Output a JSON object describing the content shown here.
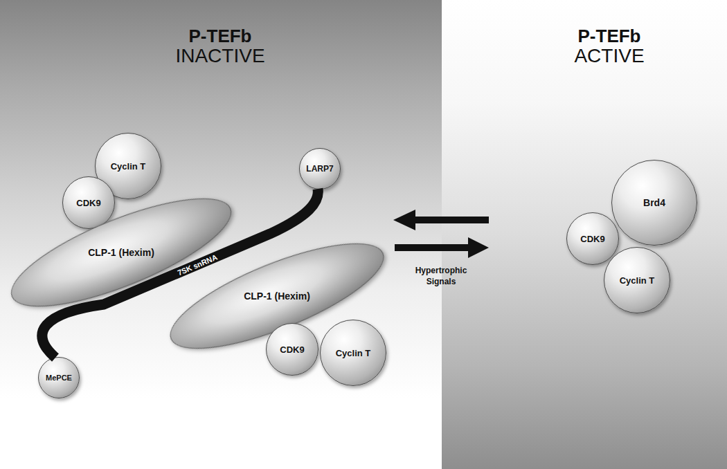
{
  "diagram": {
    "nodes": [
      {
        "text": [
          "P-TEFb",
          "INACTIVE"
        ]
      },
      {
        "text": [
          "Cyclin T"
        ],
        "in": 0
      },
      {
        "text": [
          "CDK9"
        ],
        "in": 0
      },
      {
        "text": [
          "CLP-1 (Hexim)"
        ],
        "in": 0
      },
      {
        "text": [
          "LARP7"
        ],
        "in": 0
      },
      {
        "text": [
          "CLP-1 (Hexim)"
        ],
        "in": 0
      },
      {
        "text": [
          "CDK9"
        ],
        "in": 0
      },
      {
        "text": [
          "Cyclin T"
        ],
        "in": 0
      },
      {
        "text": [
          "MePCE"
        ],
        "in": 0
      },
      {
        "text": [
          "P-TEFb",
          "ACTIVE"
        ]
      },
      {
        "text": [
          "CDK9"
        ],
        "in": 9
      },
      {
        "text": [
          "Brd4"
        ],
        "in": 9
      },
      {
        "text": [
          "Cyclin T"
        ],
        "in": 9
      }
    ],
    "labels": [
      "7SK snRNA",
      "Hypertrophic Signals"
    ]
  }
}
